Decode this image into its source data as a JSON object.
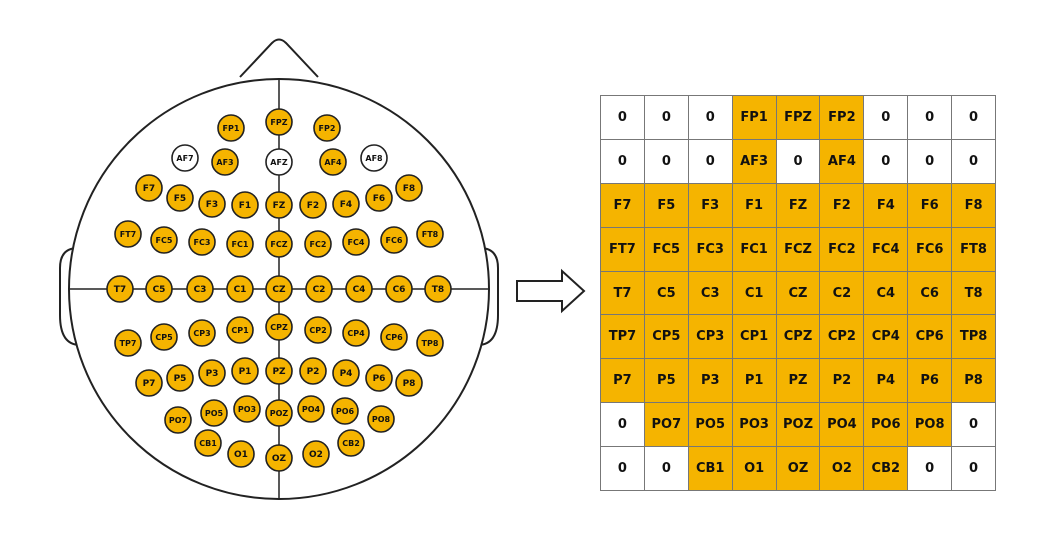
{
  "colors": {
    "electrode_fill": "#f5b400",
    "inactive_fill": "#ffffff",
    "outline": "#222222"
  },
  "head": {
    "electrodes": [
      {
        "label": "FP1",
        "active": true
      },
      {
        "label": "FPZ",
        "active": true
      },
      {
        "label": "FP2",
        "active": true
      },
      {
        "label": "AF7",
        "active": false
      },
      {
        "label": "AF3",
        "active": true
      },
      {
        "label": "AFZ",
        "active": false
      },
      {
        "label": "AF4",
        "active": true
      },
      {
        "label": "AF8",
        "active": false
      },
      {
        "label": "F7",
        "active": true
      },
      {
        "label": "F5",
        "active": true
      },
      {
        "label": "F3",
        "active": true
      },
      {
        "label": "F1",
        "active": true
      },
      {
        "label": "FZ",
        "active": true
      },
      {
        "label": "F2",
        "active": true
      },
      {
        "label": "F4",
        "active": true
      },
      {
        "label": "F6",
        "active": true
      },
      {
        "label": "F8",
        "active": true
      },
      {
        "label": "FT7",
        "active": true
      },
      {
        "label": "FC5",
        "active": true
      },
      {
        "label": "FC3",
        "active": true
      },
      {
        "label": "FC1",
        "active": true
      },
      {
        "label": "FCZ",
        "active": true
      },
      {
        "label": "FC2",
        "active": true
      },
      {
        "label": "FC4",
        "active": true
      },
      {
        "label": "FC6",
        "active": true
      },
      {
        "label": "FT8",
        "active": true
      },
      {
        "label": "T7",
        "active": true
      },
      {
        "label": "C5",
        "active": true
      },
      {
        "label": "C3",
        "active": true
      },
      {
        "label": "C1",
        "active": true
      },
      {
        "label": "CZ",
        "active": true
      },
      {
        "label": "C2",
        "active": true
      },
      {
        "label": "C4",
        "active": true
      },
      {
        "label": "C6",
        "active": true
      },
      {
        "label": "T8",
        "active": true
      },
      {
        "label": "TP7",
        "active": true
      },
      {
        "label": "CP5",
        "active": true
      },
      {
        "label": "CP3",
        "active": true
      },
      {
        "label": "CP1",
        "active": true
      },
      {
        "label": "CPZ",
        "active": true
      },
      {
        "label": "CP2",
        "active": true
      },
      {
        "label": "CP4",
        "active": true
      },
      {
        "label": "CP6",
        "active": true
      },
      {
        "label": "TP8",
        "active": true
      },
      {
        "label": "P7",
        "active": true
      },
      {
        "label": "P5",
        "active": true
      },
      {
        "label": "P3",
        "active": true
      },
      {
        "label": "P1",
        "active": true
      },
      {
        "label": "PZ",
        "active": true
      },
      {
        "label": "P2",
        "active": true
      },
      {
        "label": "P4",
        "active": true
      },
      {
        "label": "P6",
        "active": true
      },
      {
        "label": "P8",
        "active": true
      },
      {
        "label": "PO7",
        "active": true
      },
      {
        "label": "PO5",
        "active": true
      },
      {
        "label": "PO3",
        "active": true
      },
      {
        "label": "POZ",
        "active": true
      },
      {
        "label": "PO4",
        "active": true
      },
      {
        "label": "PO6",
        "active": true
      },
      {
        "label": "PO8",
        "active": true
      },
      {
        "label": "CB1",
        "active": true
      },
      {
        "label": "O1",
        "active": true
      },
      {
        "label": "OZ",
        "active": true
      },
      {
        "label": "O2",
        "active": true
      },
      {
        "label": "CB2",
        "active": true
      }
    ]
  },
  "grid": {
    "rows": [
      [
        "0",
        "0",
        "0",
        "FP1",
        "FPZ",
        "FP2",
        "0",
        "0",
        "0"
      ],
      [
        "0",
        "0",
        "0",
        "AF3",
        "0",
        "AF4",
        "0",
        "0",
        "0"
      ],
      [
        "F7",
        "F5",
        "F3",
        "F1",
        "FZ",
        "F2",
        "F4",
        "F6",
        "F8"
      ],
      [
        "FT7",
        "FC5",
        "FC3",
        "FC1",
        "FCZ",
        "FC2",
        "FC4",
        "FC6",
        "FT8"
      ],
      [
        "T7",
        "C5",
        "C3",
        "C1",
        "CZ",
        "C2",
        "C4",
        "C6",
        "T8"
      ],
      [
        "TP7",
        "CP5",
        "CP3",
        "CP1",
        "CPZ",
        "CP2",
        "CP4",
        "CP6",
        "TP8"
      ],
      [
        "P7",
        "P5",
        "P3",
        "P1",
        "PZ",
        "P2",
        "P4",
        "P6",
        "P8"
      ],
      [
        "0",
        "PO7",
        "PO5",
        "PO3",
        "POZ",
        "PO4",
        "PO6",
        "PO8",
        "0"
      ],
      [
        "0",
        "0",
        "CB1",
        "O1",
        "OZ",
        "O2",
        "CB2",
        "0",
        "0"
      ]
    ]
  }
}
